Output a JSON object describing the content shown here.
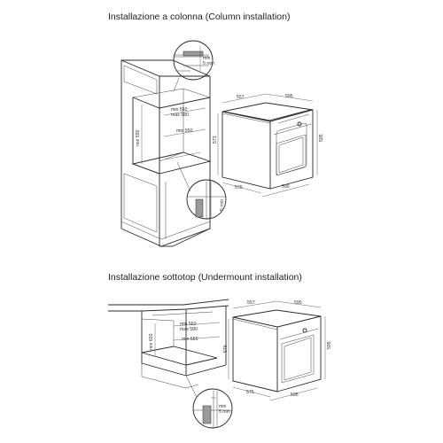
{
  "sections": {
    "column": {
      "title": "Installazione a colonna (Column installation)",
      "detail_top": "min\n5 mm",
      "cavity_width": "min 560\nmax 580",
      "cavity_depth": "min 550",
      "cavity_height": "min 590",
      "detail_bottom": "5 mm",
      "oven_top_depth": "557",
      "oven_top_width": "595",
      "oven_front_height": "573",
      "oven_side_height": "595",
      "oven_bottom_depth": "575",
      "oven_bottom_width": "590"
    },
    "undermount": {
      "title": "Installazione sottotop (Undermount installation)",
      "cavity_width": "min 560\nmax 580",
      "cavity_depth": "min 555",
      "cavity_height": "min 600",
      "detail_bottom": "min\n5 mm",
      "oven_top_depth": "557",
      "oven_top_width": "595",
      "oven_front_height": "576",
      "oven_side_height": "595",
      "oven_bottom_depth": "575",
      "oven_bottom_width": "595"
    }
  }
}
